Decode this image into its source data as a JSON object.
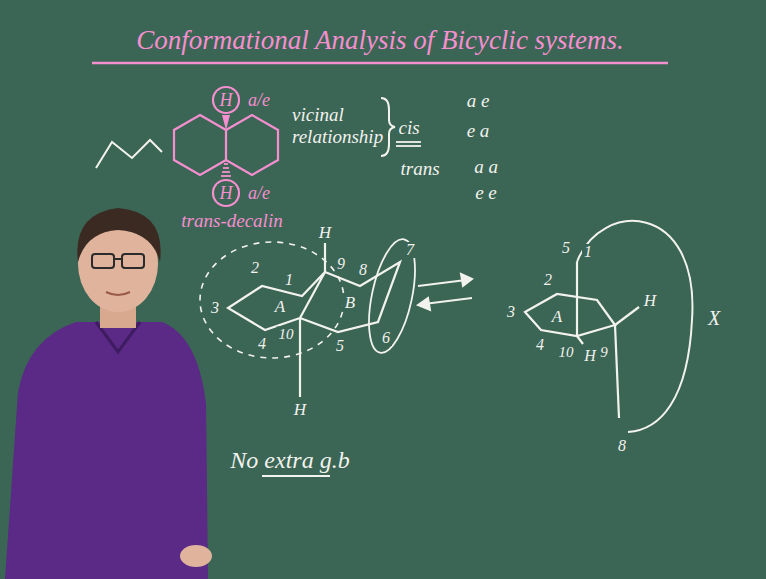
{
  "diagram": {
    "title": "Conformational Analysis of Bicyclic systems.",
    "labels": [
      "H",
      "a/e",
      "H",
      "a/e",
      "trans-decalin",
      "vicinal relationship",
      "cis",
      "a e",
      "e a",
      "trans",
      "a a",
      "e e",
      "2",
      "1",
      "H",
      "9",
      "8",
      "7",
      "3",
      "A",
      "B",
      "4",
      "10",
      "5",
      "6",
      "H",
      "No extra g.b",
      "3",
      "2",
      "5",
      "1",
      "A",
      "4",
      "10",
      "H",
      "H",
      "9",
      "8",
      "X"
    ]
  }
}
